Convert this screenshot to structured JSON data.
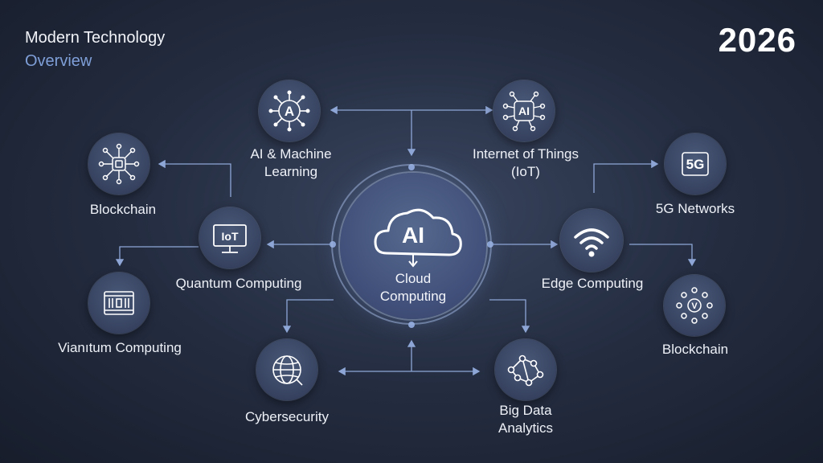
{
  "header": {
    "title_line1": "Modern Technology",
    "title_line2": "Overview",
    "year": "2026"
  },
  "center": {
    "icon_text": "AI",
    "label_line1": "Cloud",
    "label_line2": "Computing"
  },
  "nodes": {
    "ai_ml": {
      "icon_text": "A",
      "label_line1": "AI & Machine",
      "label_line2": "Learning"
    },
    "iot": {
      "icon_text": "AI",
      "label_line1": "Internet of Things",
      "label_line2": "(IoT)"
    },
    "blockchain_left": {
      "label": "Blockchain"
    },
    "quantum_iot": {
      "icon_text": "IoT",
      "label": "Quantum Computing"
    },
    "quantum_left": {
      "label": "Vianıtum Computing"
    },
    "fiveg": {
      "icon_text": "5G",
      "label": "5G Networks"
    },
    "edge": {
      "label": "Edge Computing"
    },
    "blockchain_right": {
      "icon_text": "V",
      "label": "Blockchain"
    },
    "cyber": {
      "label": "Cybersecurity"
    },
    "bigdata": {
      "label_line1": "Big Data",
      "label_line2": "Analytics"
    }
  },
  "colors": {
    "accent": "#7f9fd8",
    "line": "#8ea6d6",
    "node": "#3a4666",
    "background": "#1e2638"
  }
}
